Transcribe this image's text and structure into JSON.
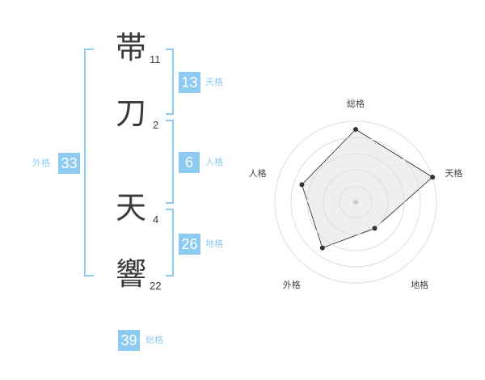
{
  "name": {
    "characters": [
      {
        "char": "帯",
        "strokes": "11"
      },
      {
        "char": "刀",
        "strokes": "2"
      },
      {
        "char": "天",
        "strokes": "4"
      },
      {
        "char": "響",
        "strokes": "22"
      }
    ]
  },
  "fortune": {
    "tenkaku": {
      "label": "天格",
      "value": "13"
    },
    "jinkaku": {
      "label": "人格",
      "value": "6"
    },
    "chikaku": {
      "label": "地格",
      "value": "26"
    },
    "gaikaku": {
      "label": "外格",
      "value": "33"
    },
    "soukaku": {
      "label": "総格",
      "value": "39"
    }
  },
  "chart_data": {
    "type": "radar",
    "axes": [
      "総格",
      "天格",
      "地格",
      "外格",
      "人格"
    ],
    "values": [
      4.5,
      5,
      2,
      3.5,
      3.5
    ],
    "max": 5,
    "grid": true
  },
  "colors": {
    "accent": "#8ecbf2",
    "text": "#3a3a3a",
    "radar_fill": "#efefef",
    "radar_line": "#222222"
  }
}
